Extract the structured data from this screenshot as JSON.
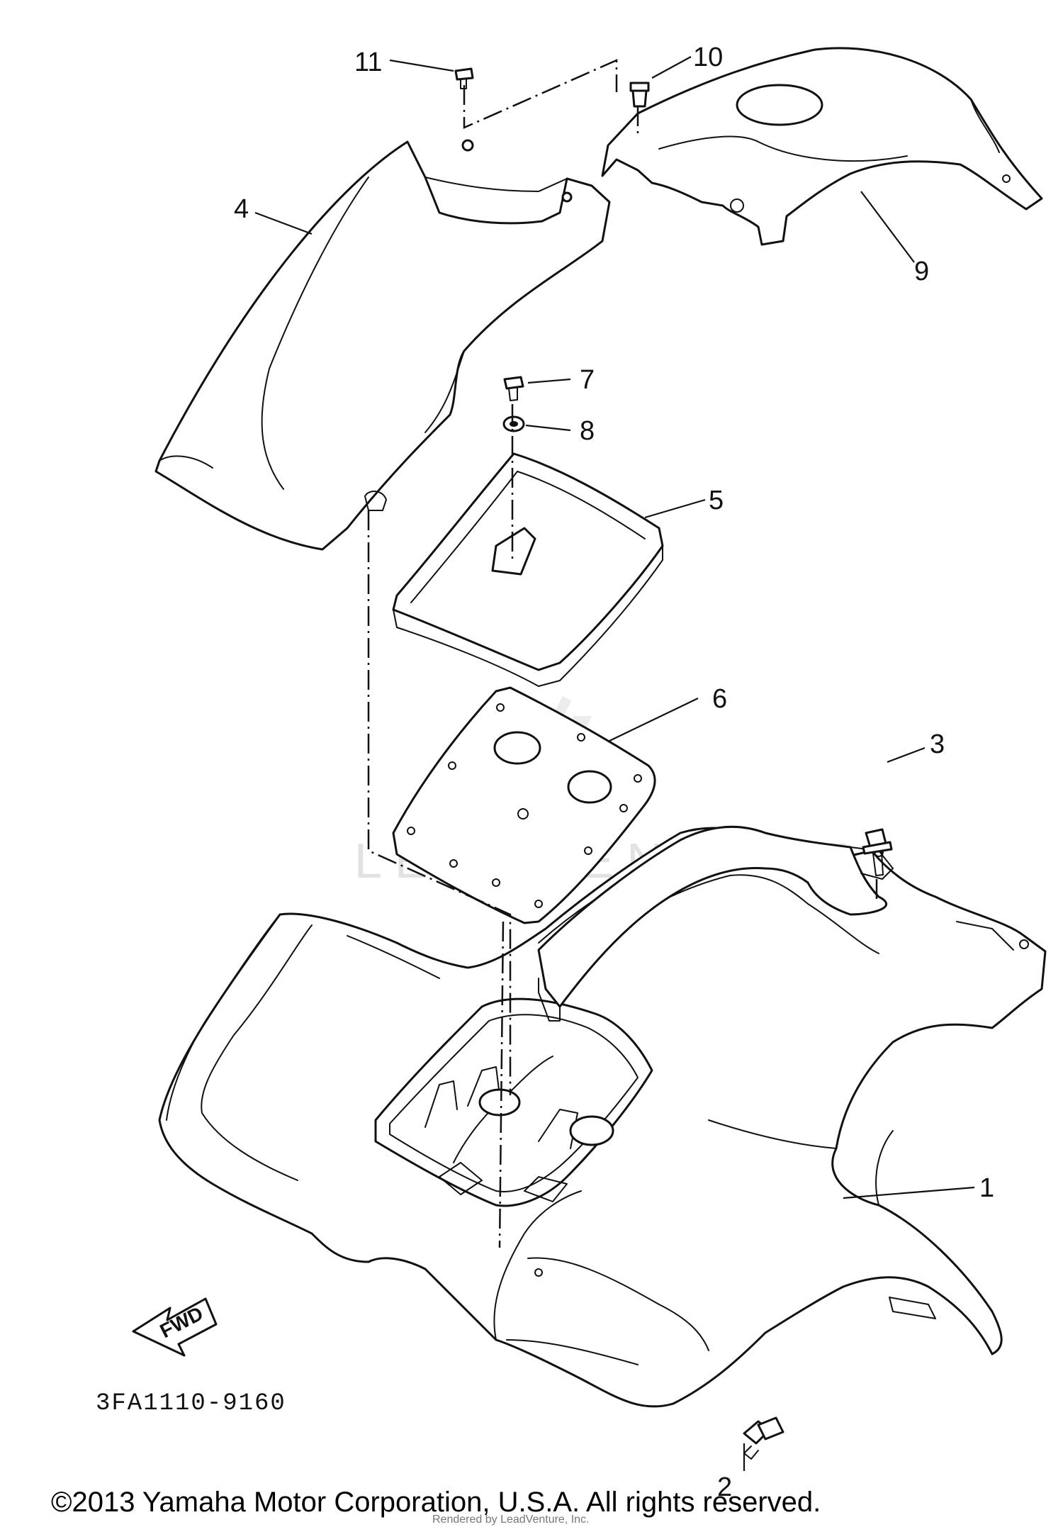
{
  "callouts": {
    "c1": "1",
    "c2": "2",
    "c3": "3",
    "c4": "4",
    "c5": "5",
    "c6": "6",
    "c7": "7",
    "c8": "8",
    "c9": "9",
    "c10": "10",
    "c11": "11"
  },
  "direction_arrow": "FWD",
  "diagram_code": "3FA1110-9160",
  "watermark": "LEADVENTURE",
  "rendered_by": "Rendered by LeadVenture, Inc.",
  "copyright": "©2013 Yamaha Motor Corporation, U.S.A. All rights reserved."
}
